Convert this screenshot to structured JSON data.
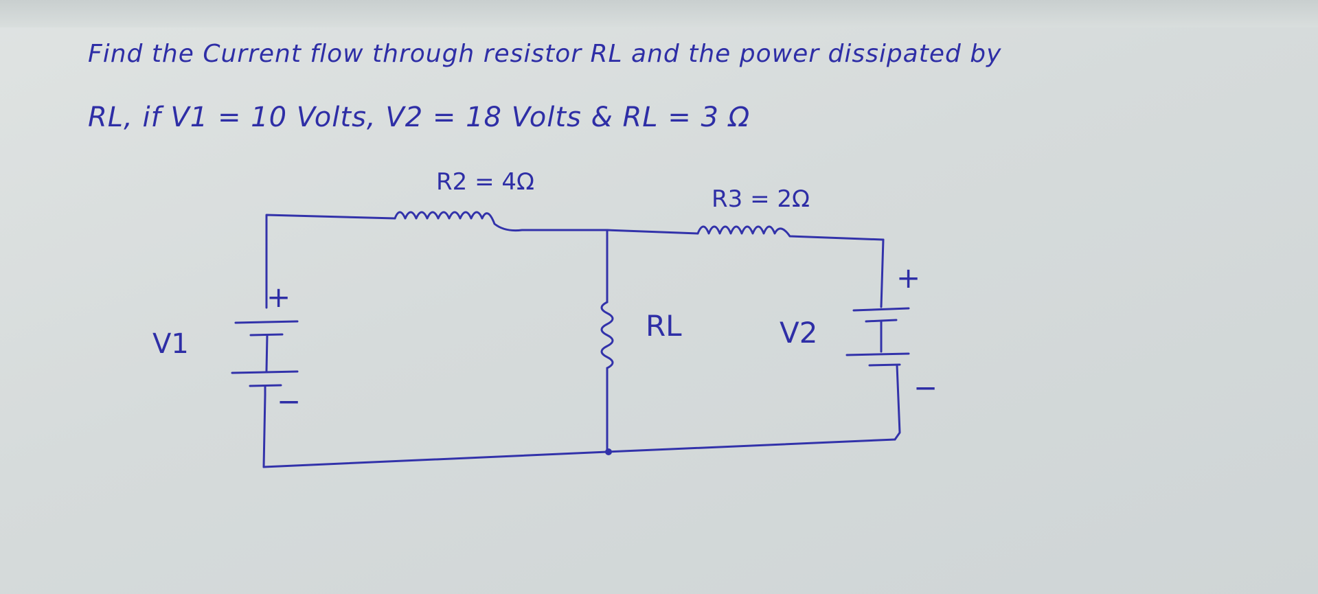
{
  "problem": {
    "line1": "Find the Current flow through resistor RL and the power dissipated by",
    "line2": "RL, if V1 = 10 Volts, V2 = 18 Volts & RL = 3 Ω"
  },
  "labels": {
    "r2": "R2 = 4Ω",
    "r3": "R3 = 2Ω",
    "v1": "V1",
    "rl": "RL",
    "v2": "V2",
    "plus": "+",
    "minus": "−"
  },
  "colors": {
    "ink": "#3232aa",
    "paper": "#d9dedd"
  }
}
